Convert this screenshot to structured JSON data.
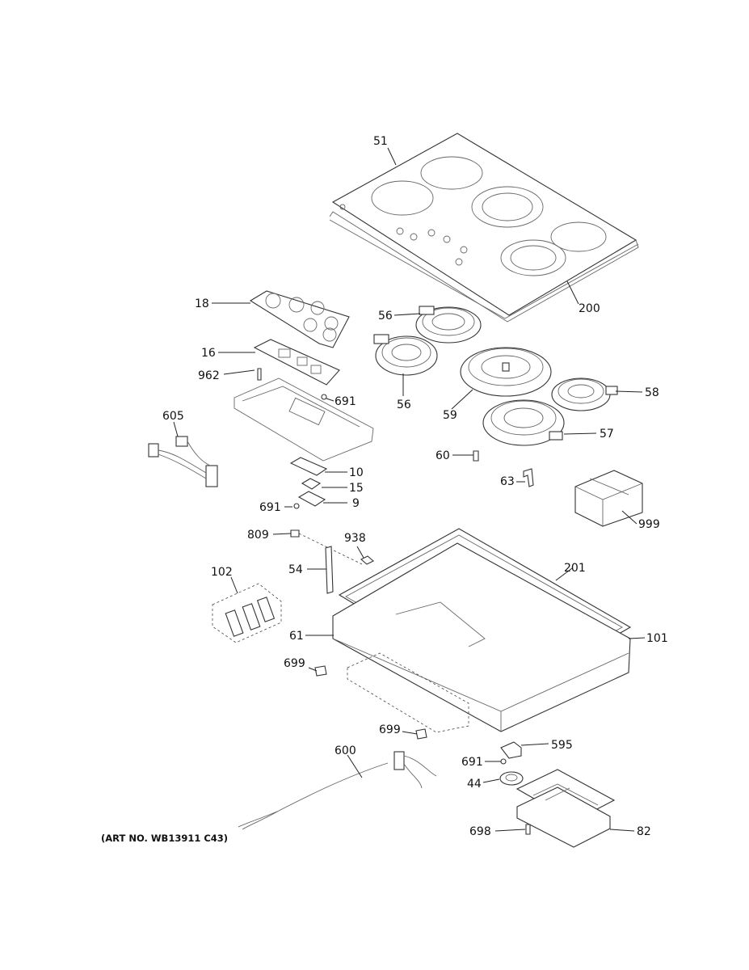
{
  "art_number": "(ART NO. WB13911 C43)",
  "callouts": [
    {
      "id": "c51",
      "label": "51"
    },
    {
      "id": "c200",
      "label": "200"
    },
    {
      "id": "c18",
      "label": "18"
    },
    {
      "id": "c16",
      "label": "16"
    },
    {
      "id": "c962",
      "label": "962"
    },
    {
      "id": "c691a",
      "label": "691"
    },
    {
      "id": "c605",
      "label": "605"
    },
    {
      "id": "c10",
      "label": "10"
    },
    {
      "id": "c15",
      "label": "15"
    },
    {
      "id": "c691b",
      "label": "691"
    },
    {
      "id": "c9",
      "label": "9"
    },
    {
      "id": "c56a",
      "label": "56"
    },
    {
      "id": "c56b",
      "label": "56"
    },
    {
      "id": "c59",
      "label": "59"
    },
    {
      "id": "c58",
      "label": "58"
    },
    {
      "id": "c57",
      "label": "57"
    },
    {
      "id": "c60",
      "label": "60"
    },
    {
      "id": "c63",
      "label": "63"
    },
    {
      "id": "c999",
      "label": "999"
    },
    {
      "id": "c809",
      "label": "809"
    },
    {
      "id": "c938",
      "label": "938"
    },
    {
      "id": "c54",
      "label": "54"
    },
    {
      "id": "c102",
      "label": "102"
    },
    {
      "id": "c201",
      "label": "201"
    },
    {
      "id": "c61",
      "label": "61"
    },
    {
      "id": "c101",
      "label": "101"
    },
    {
      "id": "c699a",
      "label": "699"
    },
    {
      "id": "c699b",
      "label": "699"
    },
    {
      "id": "c595",
      "label": "595"
    },
    {
      "id": "c600",
      "label": "600"
    },
    {
      "id": "c691c",
      "label": "691"
    },
    {
      "id": "c44",
      "label": "44"
    },
    {
      "id": "c698",
      "label": "698"
    },
    {
      "id": "c82",
      "label": "82"
    }
  ]
}
